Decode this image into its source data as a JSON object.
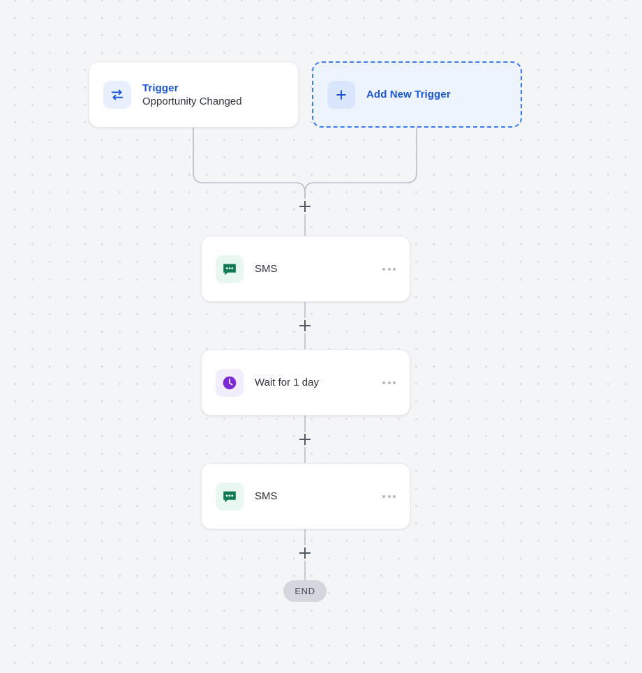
{
  "canvas": {
    "background_color": "#f4f5f7",
    "dot_color": "#d9dce1"
  },
  "trigger": {
    "icon": "swap-arrows-icon",
    "title": "Trigger",
    "subtitle": "Opportunity Changed",
    "accent_color": "#1a56db"
  },
  "add_trigger": {
    "icon": "plus-icon",
    "label": "Add New Trigger",
    "accent_color": "#1a56db"
  },
  "steps": [
    {
      "icon": "sms-chat-bubble-icon",
      "label": "SMS",
      "icon_color": "#0f7a52",
      "menu": "more-options"
    },
    {
      "icon": "clock-icon",
      "label": "Wait for 1 day",
      "icon_color": "#7c29d8",
      "menu": "more-options"
    },
    {
      "icon": "sms-chat-bubble-icon",
      "label": "SMS",
      "icon_color": "#0f7a52",
      "menu": "more-options"
    }
  ],
  "end_node": {
    "label": "END"
  },
  "add_step_buttons": [
    {
      "name": "add-step-after-triggers"
    },
    {
      "name": "add-step-after-sms-1"
    },
    {
      "name": "add-step-after-wait"
    },
    {
      "name": "add-step-after-sms-2"
    }
  ]
}
